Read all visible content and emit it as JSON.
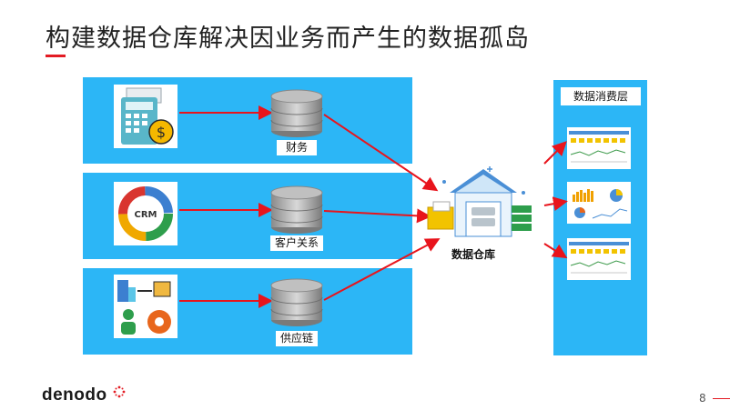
{
  "slide": {
    "title": "构建数据仓库解决因业务而产生的数据孤岛",
    "page_number": "8",
    "logo": "denodo"
  },
  "sources": [
    {
      "label": "财务",
      "icon": "finance-calculator-icon"
    },
    {
      "label": "客户关系",
      "icon": "crm-cycle-icon"
    },
    {
      "label": "供应链",
      "icon": "supply-chain-icon"
    }
  ],
  "warehouse": {
    "label": "数据仓库",
    "icon": "warehouse-icon"
  },
  "consumption": {
    "label": "数据消费层",
    "dashboards": 3
  },
  "colors": {
    "accent": "#e31b23",
    "band": "#2cb6f6",
    "arrow": "#e8141c"
  }
}
